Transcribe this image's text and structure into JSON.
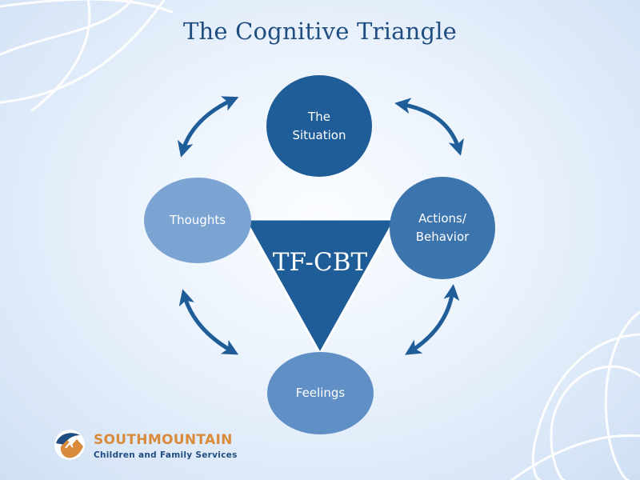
{
  "title": "The Cognitive Triangle",
  "center_label": "TF-CBT",
  "nodes": {
    "situation": "The\nSituation",
    "thoughts": "Thoughts",
    "actions": "Actions/\nBehavior",
    "feelings": "Feelings"
  },
  "logo": {
    "name": "SOUTHMOUNTAIN",
    "subtitle": "Children and Family Services"
  },
  "colors": {
    "title": "#1f4d80",
    "arrows": "#1f5d98",
    "triangle": "#1f5d98",
    "logo_orange": "#d98a3b",
    "logo_blue": "#1f4d80"
  }
}
